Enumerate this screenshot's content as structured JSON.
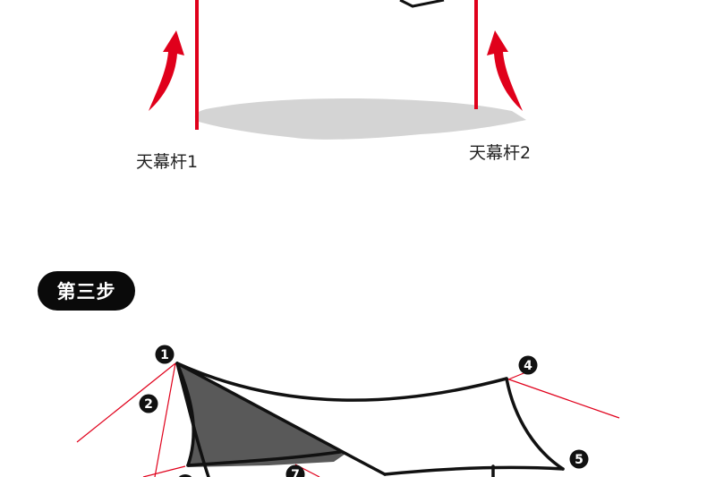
{
  "top_diagram": {
    "pole_1_label": "天幕杆1",
    "pole_2_label": "天幕杆2"
  },
  "step": {
    "label": "第三步"
  },
  "markers": [
    "1",
    "2",
    "4",
    "5",
    "7"
  ],
  "colors": {
    "pole_red": "#e0001b",
    "shadow_gray": "#d4d4d4",
    "outline_black": "#111111",
    "tarp_fill_gray": "#595959",
    "badge_black": "#0a0a0a"
  }
}
